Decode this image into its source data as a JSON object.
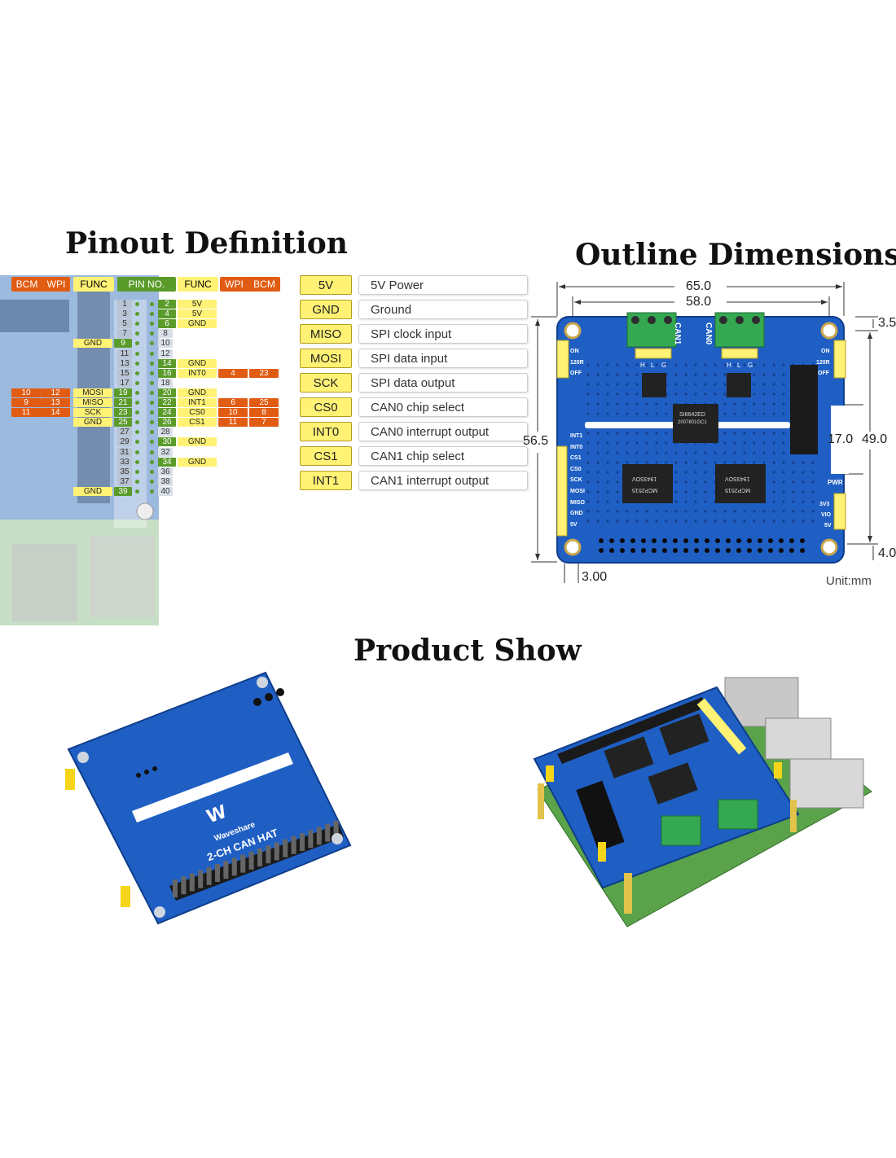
{
  "titles": {
    "pinout": "Pinout Definition",
    "outline": "Outline Dimensions",
    "product": "Product Show"
  },
  "pinout_header": {
    "bcm": "BCM",
    "wpi": "WPI",
    "func": "FUNC",
    "pin_no": "PIN NO.",
    "func2": "FUNC",
    "wpi2": "WPI",
    "bcm2": "BCM"
  },
  "pinout_rows": [
    {
      "l": "",
      "r": "5V",
      "n": [
        "1",
        "2"
      ],
      "lf": "",
      "rf": "5V"
    },
    {
      "n": [
        "3",
        "4"
      ],
      "rf": "5V"
    },
    {
      "n": [
        "5",
        "6"
      ],
      "rf": "GND"
    },
    {
      "n": [
        "7",
        "8"
      ]
    },
    {
      "n": [
        "9",
        "10"
      ],
      "lf": "GND"
    },
    {
      "n": [
        "11",
        "12"
      ]
    },
    {
      "n": [
        "13",
        "14"
      ],
      "rf": "GND"
    },
    {
      "n": [
        "15",
        "16"
      ],
      "rf": "INT0",
      "rw": "4",
      "rb": "23"
    },
    {
      "n": [
        "17",
        "18"
      ]
    },
    {
      "n": [
        "19",
        "20"
      ],
      "lf": "MOSI",
      "lw": "12",
      "lb": "10",
      "rf": "GND"
    },
    {
      "n": [
        "21",
        "22"
      ],
      "lf": "MISO",
      "lw": "13",
      "lb": "9",
      "rf": "INT1",
      "rw": "6",
      "rb": "25"
    },
    {
      "n": [
        "23",
        "24"
      ],
      "lf": "SCK",
      "lw": "14",
      "lb": "11",
      "rf": "CS0",
      "rw": "10",
      "rb": "8"
    },
    {
      "n": [
        "25",
        "26"
      ],
      "lf": "GND",
      "rf": "CS1",
      "rw": "11",
      "rb": "7"
    },
    {
      "n": [
        "27",
        "28"
      ]
    },
    {
      "n": [
        "29",
        "30"
      ],
      "rf": "GND"
    },
    {
      "n": [
        "31",
        "32"
      ]
    },
    {
      "n": [
        "33",
        "34"
      ],
      "rf": "GND"
    },
    {
      "n": [
        "35",
        "36"
      ]
    },
    {
      "n": [
        "37",
        "38"
      ]
    },
    {
      "n": [
        "39",
        "40"
      ],
      "lf": "GND"
    }
  ],
  "pin_functions": [
    {
      "name": "5V",
      "desc": "5V Power"
    },
    {
      "name": "GND",
      "desc": "Ground"
    },
    {
      "name": "MISO",
      "desc": "SPI clock input"
    },
    {
      "name": "MOSI",
      "desc": "SPI data input"
    },
    {
      "name": "SCK",
      "desc": "SPI data output"
    },
    {
      "name": "CS0",
      "desc": "CAN0 chip select"
    },
    {
      "name": "INT0",
      "desc": "CAN0 interrupt output"
    },
    {
      "name": "CS1",
      "desc": "CAN1 chip select"
    },
    {
      "name": "INT1",
      "desc": "CAN1 interrupt output"
    }
  ],
  "dimensions": {
    "w_outer": "65.0",
    "w_inner": "58.0",
    "top_off": "3.5",
    "h_outer": "56.5",
    "slot_h": "17.0",
    "h_inner": "49.0",
    "bottom_off": "4.0",
    "left_off": "3.00",
    "unit": "Unit:mm"
  },
  "board_labels": {
    "can1": "CAN1",
    "can0": "CAN0",
    "h": "H",
    "l": "L",
    "g": "G",
    "on": "ON",
    "r120": "120R",
    "off": "OFF",
    "pwr": "PWR",
    "v3": "3V3",
    "vio": "VIO",
    "v5": "5V",
    "left_pins": [
      "INT1",
      "INT0",
      "CS1",
      "CS0",
      "SCK",
      "MOSI",
      "MISO",
      "GND",
      "5V"
    ],
    "chip_main": "SI8642ED",
    "chip_main2": "2007801GC1",
    "chip_mcp": "MCP2515",
    "chip_part": "1943SOV"
  },
  "product": {
    "brand": "Waveshare",
    "model": "2-CH CAN HAT"
  },
  "colors": {
    "pcb": "#1f5fc4",
    "pcb_dark": "#163f8e",
    "yellow": "#fff275",
    "orange": "#e15c13",
    "green": "#5a9b2a",
    "terminal": "#35a852"
  }
}
